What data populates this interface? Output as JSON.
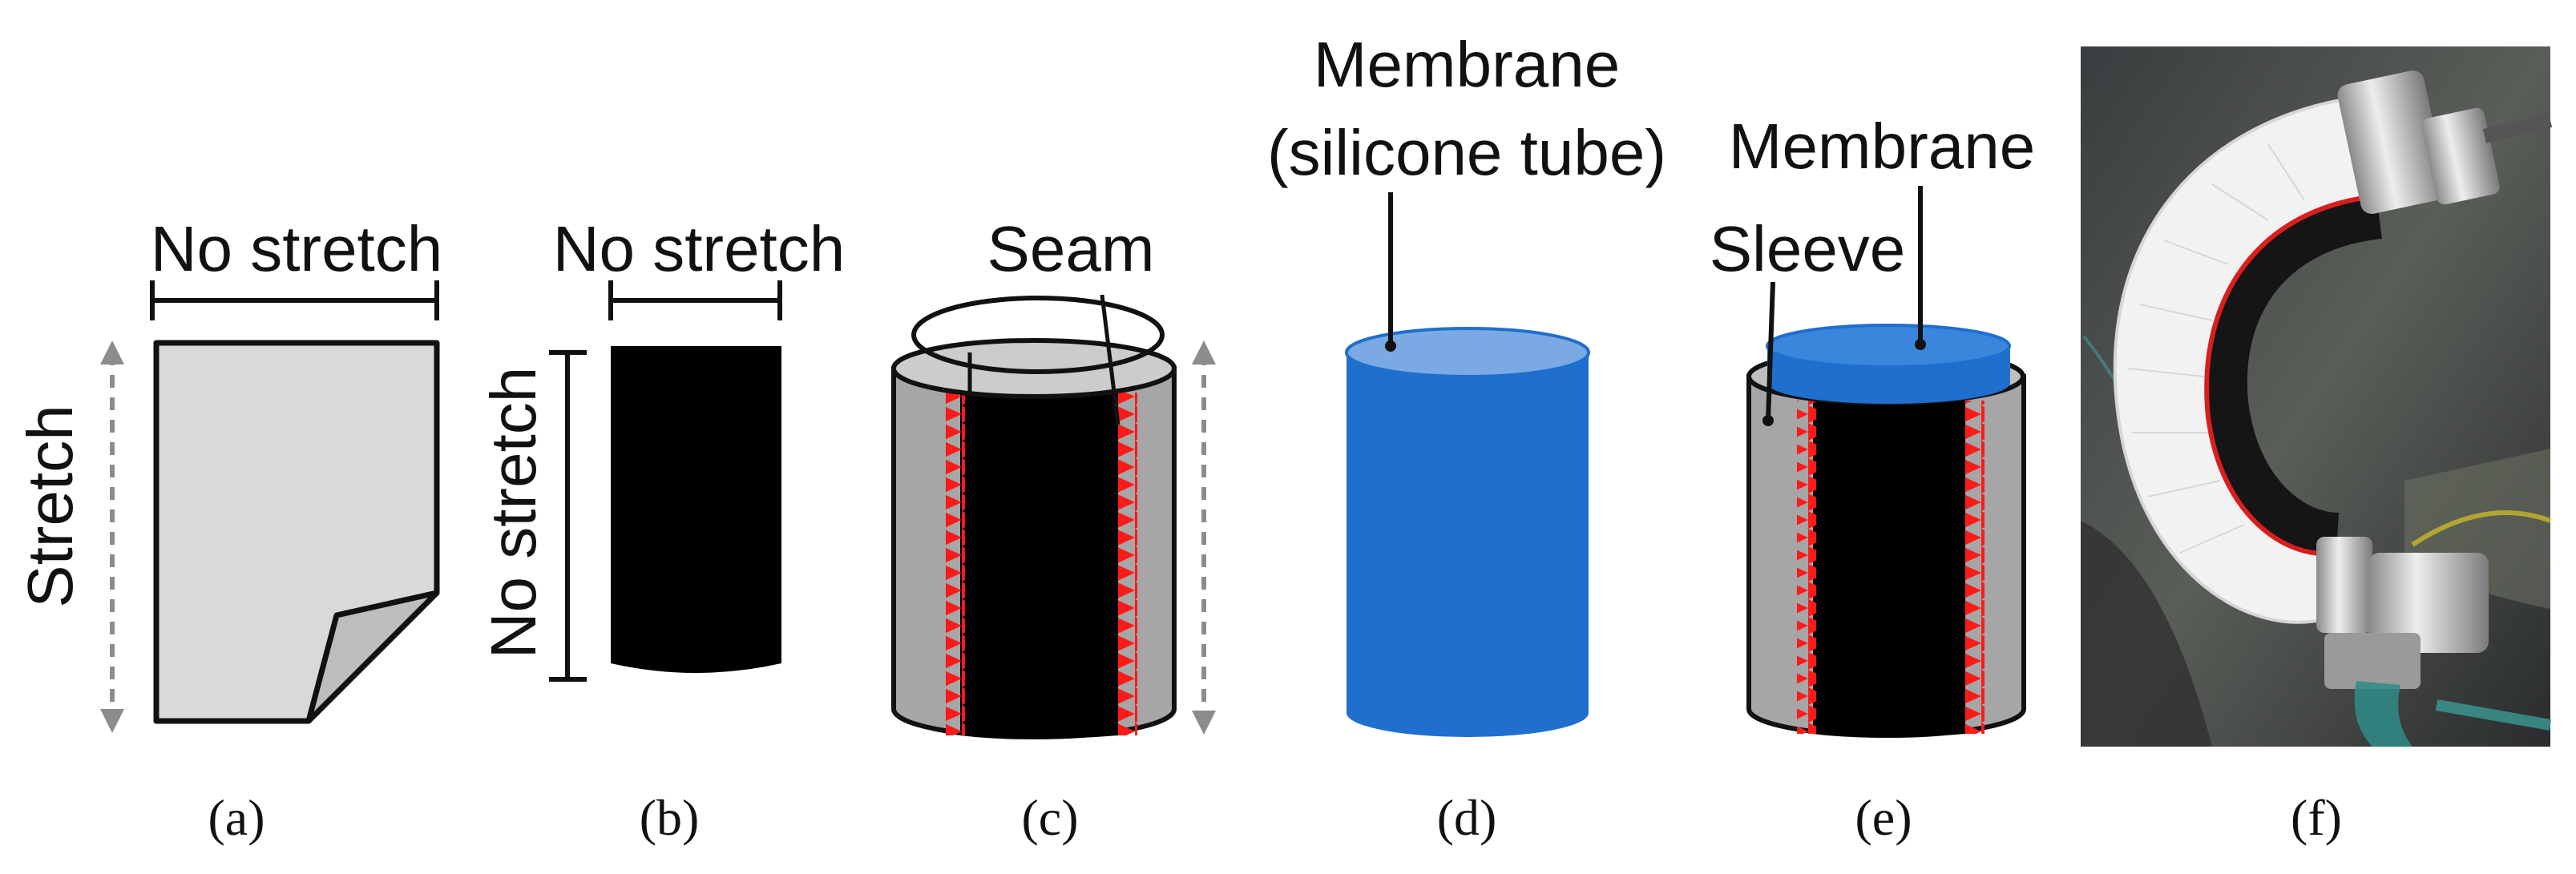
{
  "labels": {
    "a_no_stretch": "No stretch",
    "a_stretch": "Stretch",
    "b_no_stretch_top": "No stretch",
    "b_no_stretch_side": "No stretch",
    "c_seam": "Seam",
    "d_membrane_line1": "Membrane",
    "d_membrane_line2": "(silicone tube)",
    "e_membrane": "Membrane",
    "e_sleeve": "Sleeve"
  },
  "captions": {
    "a": "(a)",
    "b": "(b)",
    "c": "(c)",
    "d": "(d)",
    "e": "(e)",
    "f": "(f)"
  },
  "colors": {
    "fabric_gray": "#d9d9d9",
    "fold_gray": "#bdbdbd",
    "sleeve_gray": "#a6a6a6",
    "black_fabric": "#000000",
    "seam_red": "#ff1a1a",
    "membrane_blue": "#1f6fce",
    "membrane_top": "#7aa9e4"
  }
}
